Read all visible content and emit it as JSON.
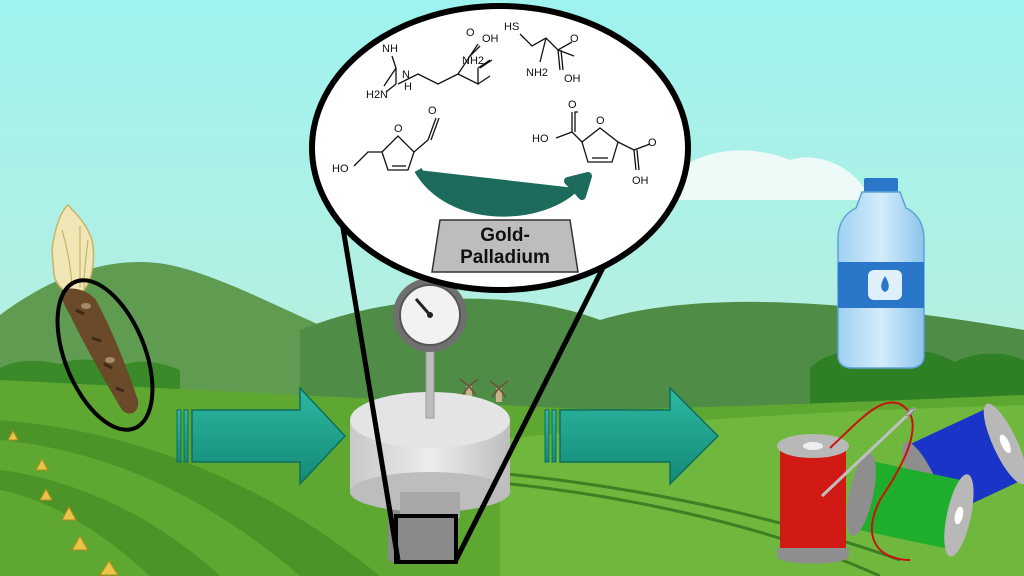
{
  "catalyst": {
    "line1": "Gold-",
    "line2": "Palladium"
  },
  "molecules": {
    "arginine": {
      "nh": "NH",
      "h2n": "H2N",
      "n": "N",
      "h": "H",
      "nh2": "NH2",
      "oh": "OH",
      "o": "O"
    },
    "cysteine": {
      "hs": "HS",
      "nh2": "NH2",
      "oh": "OH",
      "o": "O"
    },
    "hmf": {
      "ho": "HO",
      "ring_o": "O",
      "aldehyde_o": "O"
    },
    "fdca": {
      "ho": "HO",
      "ring_o": "O",
      "oh": "OH",
      "o1": "O",
      "o2": "O"
    }
  },
  "icons": [
    "chicory-root-icon",
    "reactor-icon",
    "pressure-gauge-icon",
    "water-bottle-icon",
    "thread-spools-icon",
    "process-arrow-icon",
    "windmill-icon"
  ],
  "colors": {
    "arrow": "#1a9a86",
    "sky": "#9ef2ef",
    "hills": "#4e9a32",
    "curved_arrow": "#1d6b5d"
  }
}
